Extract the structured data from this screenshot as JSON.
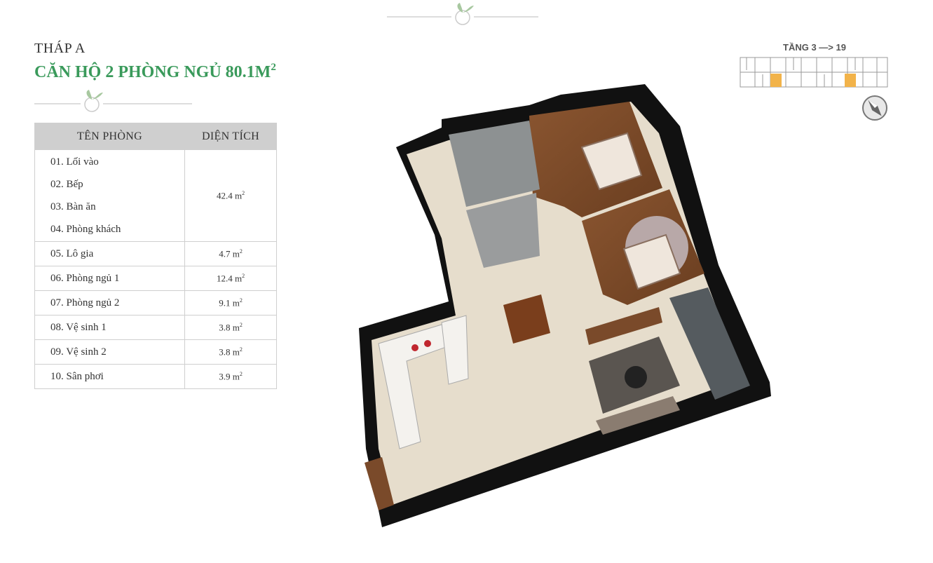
{
  "header": {
    "tower": "THÁP A",
    "apartment_title": "CĂN HỘ 2 PHÒNG NGỦ 80.1M",
    "apartment_title_sup": "2"
  },
  "table": {
    "col_room": "TÊN PHÒNG",
    "col_area": "DIỆN TÍCH",
    "grouped": {
      "names": [
        "01. Lối vào",
        "02. Bếp",
        "03. Bàn ăn",
        "04. Phòng khách"
      ],
      "area": "42.4 m",
      "area_sup": "2"
    },
    "rows": [
      {
        "name": "05. Lô gia",
        "area": "4.7 m",
        "sup": "2"
      },
      {
        "name": "06. Phòng ngủ 1",
        "area": "12.4 m",
        "sup": "2"
      },
      {
        "name": "07. Phòng ngủ 2",
        "area": "9.1 m",
        "sup": "2"
      },
      {
        "name": "08. Vệ sinh 1",
        "area": "3.8 m",
        "sup": "2"
      },
      {
        "name": "09. Vệ sinh 2",
        "area": "3.8 m",
        "sup": "2"
      },
      {
        "name": "10. Sân phơi",
        "area": "3.9 m",
        "sup": "2"
      }
    ]
  },
  "keyplan": {
    "label": "TẦNG 3  —> 19",
    "highlight_color": "#f2b34a"
  },
  "colors": {
    "accent_green": "#3a9a5b",
    "table_header": "#cfcfcf",
    "wall": "#111111",
    "floor_tile": "#e6ddcc",
    "wood": "#7a4a2a"
  },
  "icons": {
    "compass": "compass-icon",
    "leaf": "leaf-ornament-icon"
  }
}
